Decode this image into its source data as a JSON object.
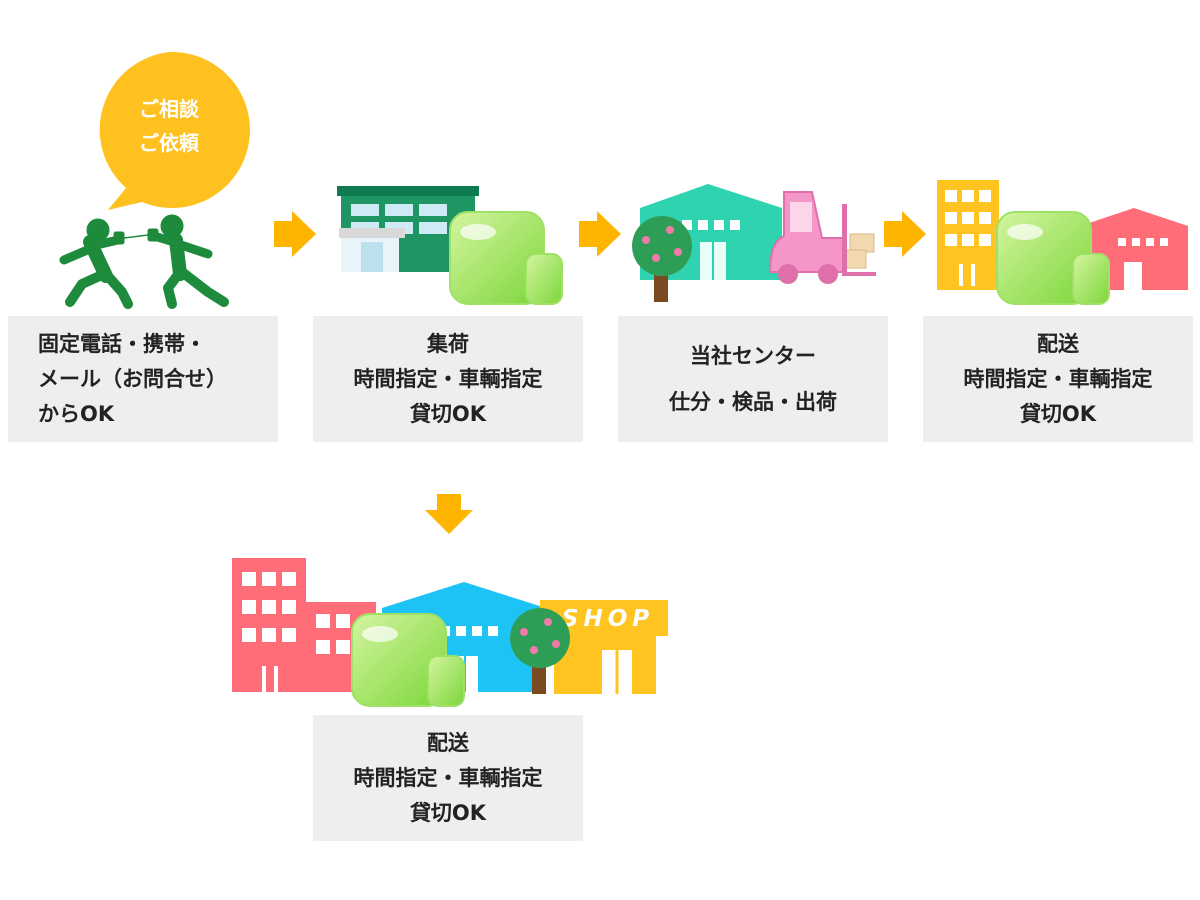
{
  "bubble": {
    "line1": "ご相談",
    "line2": "ご依頼"
  },
  "shop_sign": "SHOP",
  "steps": [
    {
      "lines": [
        "固定電話・携帯・",
        "メール（お問合せ）",
        "からOK"
      ]
    },
    {
      "lines": [
        "集荷",
        "時間指定・車輌指定",
        "貸切OK"
      ]
    },
    {
      "lines": [
        "当社センター",
        "仕分・検品・出荷"
      ]
    },
    {
      "lines": [
        "配送",
        "時間指定・車輌指定",
        "貸切OK"
      ]
    }
  ],
  "delivery_bottom": {
    "lines": [
      "配送",
      "時間指定・車輌指定",
      "貸切OK"
    ]
  },
  "colors": {
    "bubble": "#ffc11f",
    "arrow": "#ffb400",
    "person": "#1e8a3c",
    "truck": "#8fd94f",
    "box_bg": "#eeeeee",
    "warehouse_teal": "#2fd3b0",
    "forklift_pink": "#f596c8",
    "building_yellow": "#ffc41f",
    "building_red": "#ff6e78",
    "warehouse_blue": "#1ec3f5",
    "store_green": "#1e9664"
  }
}
